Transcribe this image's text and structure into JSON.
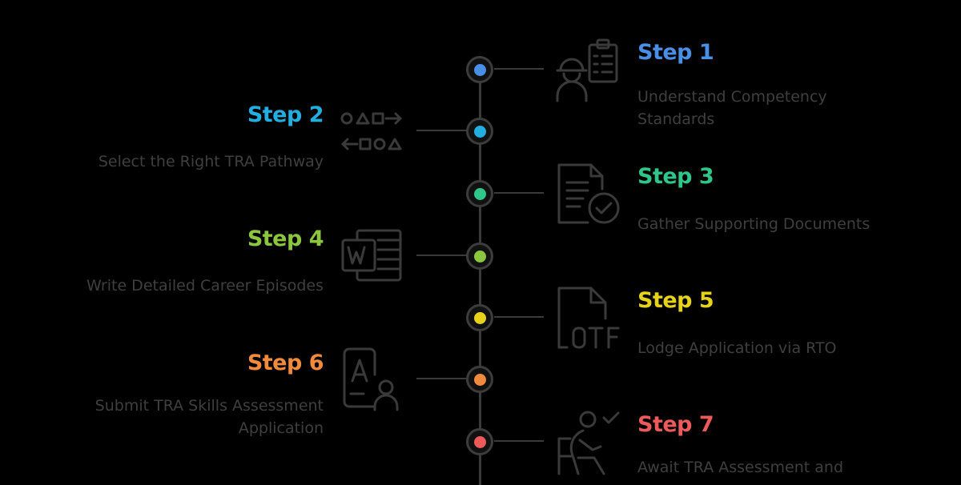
{
  "steps": [
    {
      "id": 1,
      "title": "Step 1",
      "description": "Understand Competency\nStandards",
      "color": "#4a8fe6",
      "icon": "engineer-clipboard-icon"
    },
    {
      "id": 2,
      "title": "Step 2",
      "description": "Select the Right TRA Pathway",
      "color": "#23aee0",
      "icon": "shapes-arrows-icon"
    },
    {
      "id": 3,
      "title": "Step 3",
      "description": "Gather Supporting Documents",
      "color": "#2ec689",
      "icon": "document-check-icon"
    },
    {
      "id": 4,
      "title": "Step 4",
      "description": "Write Detailed Career Episodes",
      "color": "#8cc63f",
      "icon": "word-document-icon"
    },
    {
      "id": 5,
      "title": "Step 5",
      "description": "Lodge Application via RTO",
      "color": "#e6d21a",
      "icon": "otf-file-icon"
    },
    {
      "id": 6,
      "title": "Step 6",
      "description": "Submit TRA Skills Assessment\nApplication",
      "color": "#f08a3c",
      "icon": "application-person-icon"
    },
    {
      "id": 7,
      "title": "Step 7",
      "description": "Await TRA Assessment and",
      "color": "#ec5a5a",
      "icon": "person-waiting-check-icon"
    }
  ]
}
